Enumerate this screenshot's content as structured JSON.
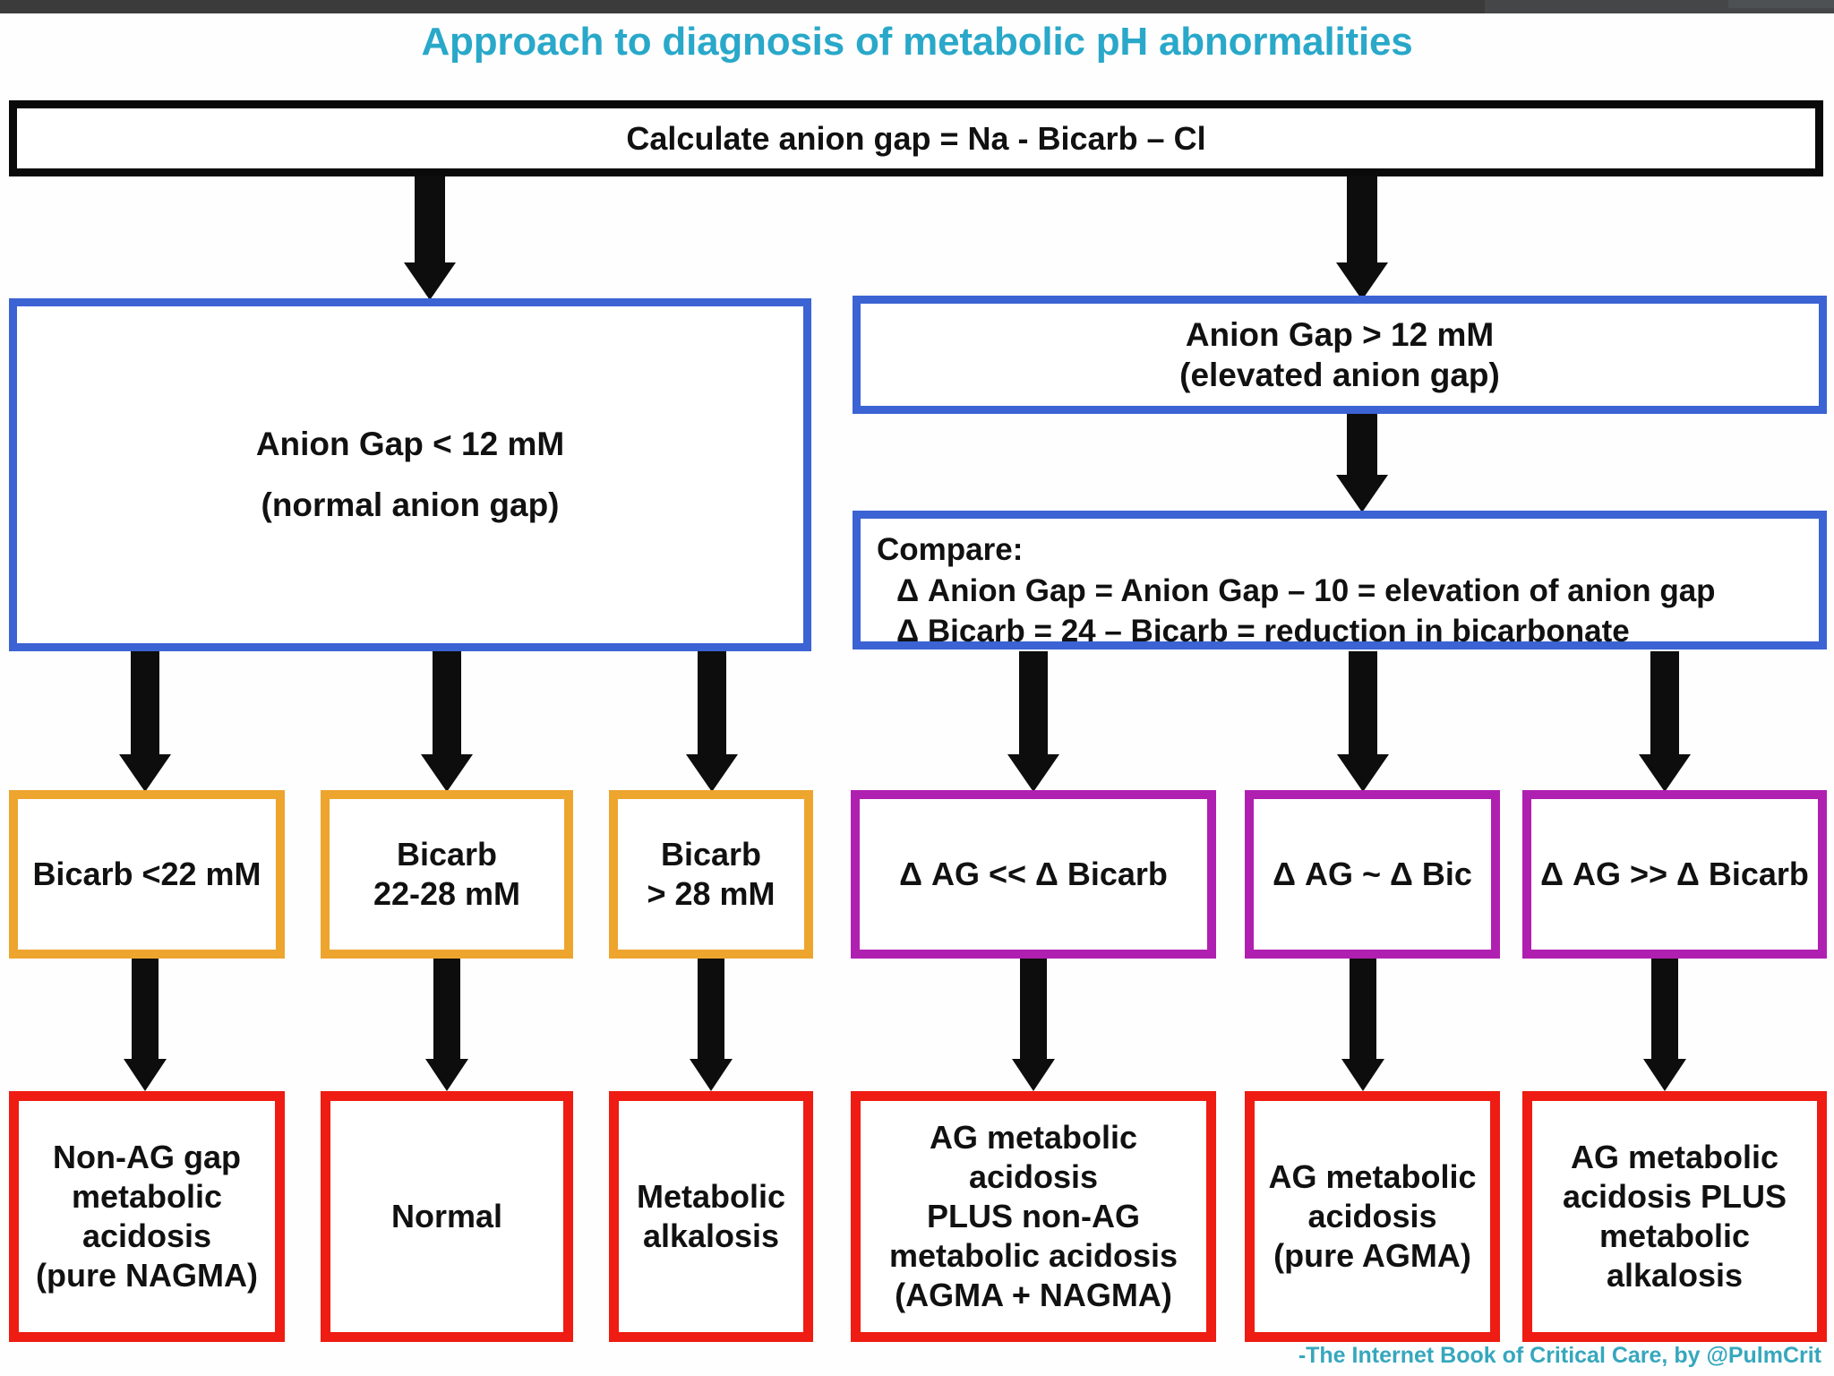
{
  "title": "Approach to diagnosis of metabolic pH abnormalities",
  "credit": "-The Internet Book of Critical Care, by @PulmCrit",
  "colors": {
    "title": "#29a8c9",
    "credit": "#36a7bd",
    "black_box_border": "#0a0a0a",
    "blue_box_border": "#3b63d4",
    "orange_box_border": "#eda52e",
    "purple_box_border": "#b020b0",
    "red_box_border": "#ee1c12",
    "arrow": "#0d0d0d",
    "top_strip": "#3b3b3b"
  },
  "nodes": {
    "root": {
      "label": "Calculate anion gap = Na - Bicarb – Cl"
    },
    "normal_gap": {
      "line1": "Anion Gap < 12 mM",
      "line2": "(normal anion gap)"
    },
    "elevated_gap": {
      "line1": "Anion Gap > 12 mM",
      "line2": "(elevated anion gap)"
    },
    "compare": {
      "heading": "Compare:",
      "line1": "Δ Anion Gap = Anion Gap – 10 = elevation of anion gap",
      "line2": "Δ Bicarb = 24 – Bicarb = reduction in bicarbonate"
    },
    "bicarb_low": {
      "line1": "Bicarb <22 mM"
    },
    "bicarb_mid": {
      "line1": "Bicarb",
      "line2": "22-28 mM"
    },
    "bicarb_high": {
      "line1": "Bicarb",
      "line2": "> 28 mM"
    },
    "delta_much_less": {
      "line1": "Δ AG << Δ Bicarb"
    },
    "delta_approx": {
      "line1": "Δ AG ~ Δ Bic"
    },
    "delta_much_greater": {
      "line1": "Δ AG >> Δ Bicarb"
    },
    "nagma": {
      "line1": "Non-AG gap",
      "line2": "metabolic",
      "line3": "acidosis",
      "line4": "(pure NAGMA)"
    },
    "normal": {
      "line1": "Normal"
    },
    "metabolic_alkalosis": {
      "line1": "Metabolic",
      "line2": "alkalosis"
    },
    "agma_plus_nagma": {
      "line1": "AG metabolic acidosis",
      "line2": "PLUS non-AG",
      "line3": "metabolic acidosis",
      "line4": "(AGMA + NAGMA)"
    },
    "pure_agma": {
      "line1": "AG metabolic",
      "line2": "acidosis",
      "line3": "(pure AGMA)"
    },
    "agma_plus_alkalosis": {
      "line1": "AG metabolic",
      "line2": "acidosis PLUS",
      "line3": "metabolic",
      "line4": "alkalosis"
    }
  },
  "chart_data": {
    "type": "diagram",
    "diagram_kind": "decision-flowchart",
    "title": "Approach to diagnosis of metabolic pH abnormalities",
    "levels": [
      {
        "level": 0,
        "style": "black",
        "nodes": [
          "Calculate anion gap = Na - Bicarb – Cl"
        ]
      },
      {
        "level": 1,
        "style": "blue",
        "nodes": [
          "Anion Gap < 12 mM (normal anion gap)",
          "Anion Gap > 12 mM (elevated anion gap)"
        ]
      },
      {
        "level": 2,
        "style": "blue",
        "nodes": [
          "Compare: Δ Anion Gap = Anion Gap – 10 = elevation of anion gap; Δ Bicarb = 24 – Bicarb = reduction in bicarbonate"
        ]
      },
      {
        "level": 3,
        "style": "orange/purple",
        "nodes": [
          "Bicarb <22 mM",
          "Bicarb 22-28 mM",
          "Bicarb > 28 mM",
          "Δ AG << Δ Bicarb",
          "Δ AG ~ Δ Bic",
          "Δ AG >> Δ Bicarb"
        ]
      },
      {
        "level": 4,
        "style": "red",
        "nodes": [
          "Non-AG gap metabolic acidosis (pure NAGMA)",
          "Normal",
          "Metabolic alkalosis",
          "AG metabolic acidosis PLUS non-AG metabolic acidosis (AGMA + NAGMA)",
          "AG metabolic acidosis (pure AGMA)",
          "AG metabolic acidosis PLUS metabolic alkalosis"
        ]
      }
    ],
    "edges": [
      [
        "Calculate anion gap = Na - Bicarb – Cl",
        "Anion Gap < 12 mM (normal anion gap)"
      ],
      [
        "Calculate anion gap = Na - Bicarb – Cl",
        "Anion Gap > 12 mM (elevated anion gap)"
      ],
      [
        "Anion Gap > 12 mM (elevated anion gap)",
        "Compare:"
      ],
      [
        "Anion Gap < 12 mM (normal anion gap)",
        "Bicarb <22 mM"
      ],
      [
        "Anion Gap < 12 mM (normal anion gap)",
        "Bicarb 22-28 mM"
      ],
      [
        "Anion Gap < 12 mM (normal anion gap)",
        "Bicarb > 28 mM"
      ],
      [
        "Compare:",
        "Δ AG << Δ Bicarb"
      ],
      [
        "Compare:",
        "Δ AG ~ Δ Bic"
      ],
      [
        "Compare:",
        "Δ AG >> Δ Bicarb"
      ],
      [
        "Bicarb <22 mM",
        "Non-AG gap metabolic acidosis (pure NAGMA)"
      ],
      [
        "Bicarb 22-28 mM",
        "Normal"
      ],
      [
        "Bicarb > 28 mM",
        "Metabolic alkalosis"
      ],
      [
        "Δ AG << Δ Bicarb",
        "AG metabolic acidosis PLUS non-AG metabolic acidosis (AGMA + NAGMA)"
      ],
      [
        "Δ AG ~ Δ Bic",
        "AG metabolic acidosis (pure AGMA)"
      ],
      [
        "Δ AG >> Δ Bicarb",
        "AG metabolic acidosis PLUS metabolic alkalosis"
      ]
    ]
  }
}
